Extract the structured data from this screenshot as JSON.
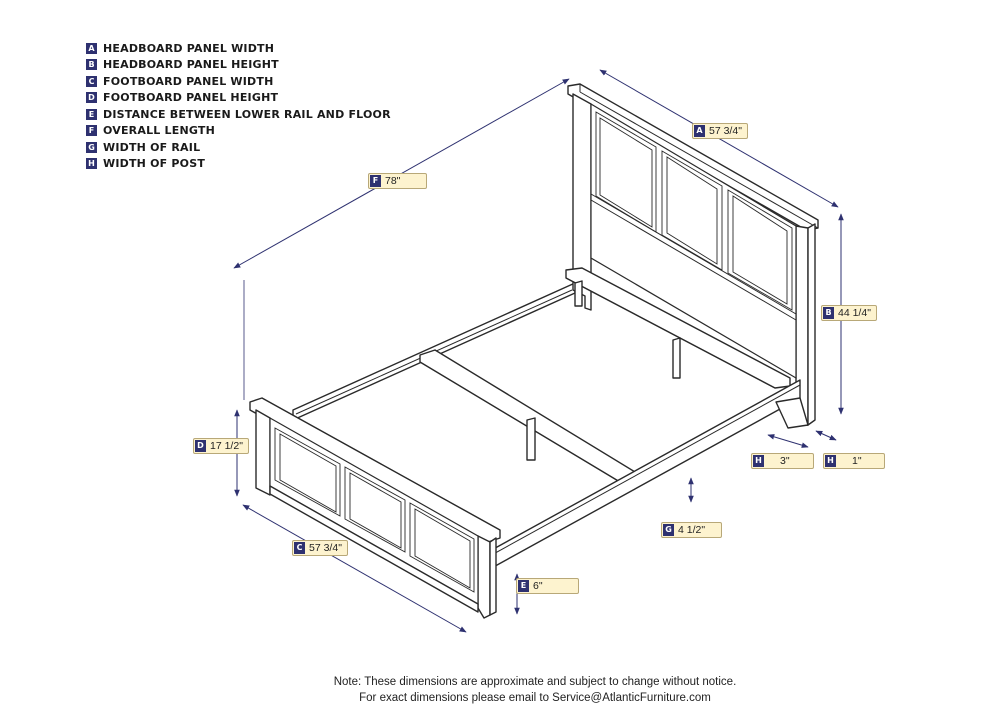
{
  "legend": [
    {
      "key": "A",
      "text": "HEADBOARD PANEL WIDTH"
    },
    {
      "key": "B",
      "text": "HEADBOARD PANEL HEIGHT"
    },
    {
      "key": "C",
      "text": "FOOTBOARD PANEL WIDTH"
    },
    {
      "key": "D",
      "text": "FOOTBOARD PANEL HEIGHT"
    },
    {
      "key": "E",
      "text": "DISTANCE BETWEEN LOWER RAIL AND FLOOR"
    },
    {
      "key": "F",
      "text": "OVERALL LENGTH"
    },
    {
      "key": "G",
      "text": "WIDTH OF RAIL"
    },
    {
      "key": "H",
      "text": "WIDTH OF POST"
    }
  ],
  "dimensions": {
    "a": {
      "key": "A",
      "value": "57 3/4\""
    },
    "b": {
      "key": "B",
      "value": "44 1/4\""
    },
    "c": {
      "key": "C",
      "value": "57 3/4\""
    },
    "d": {
      "key": "D",
      "value": "17 1/2\""
    },
    "e": {
      "key": "E",
      "value": "6\""
    },
    "f": {
      "key": "F",
      "value": "78\""
    },
    "g": {
      "key": "G",
      "value": "4 1/2\""
    },
    "h1": {
      "key": "H",
      "value": "3\""
    },
    "h2": {
      "key": "H",
      "value": "1\""
    }
  },
  "note": {
    "line1": "Note:  These dimensions are approximate and subject to change without notice.",
    "line2": "For exact dimensions please email to Service@AtlanticFurniture.com"
  },
  "colors": {
    "accent": "#2e3170",
    "tag_fill": "#fdf3cf"
  }
}
